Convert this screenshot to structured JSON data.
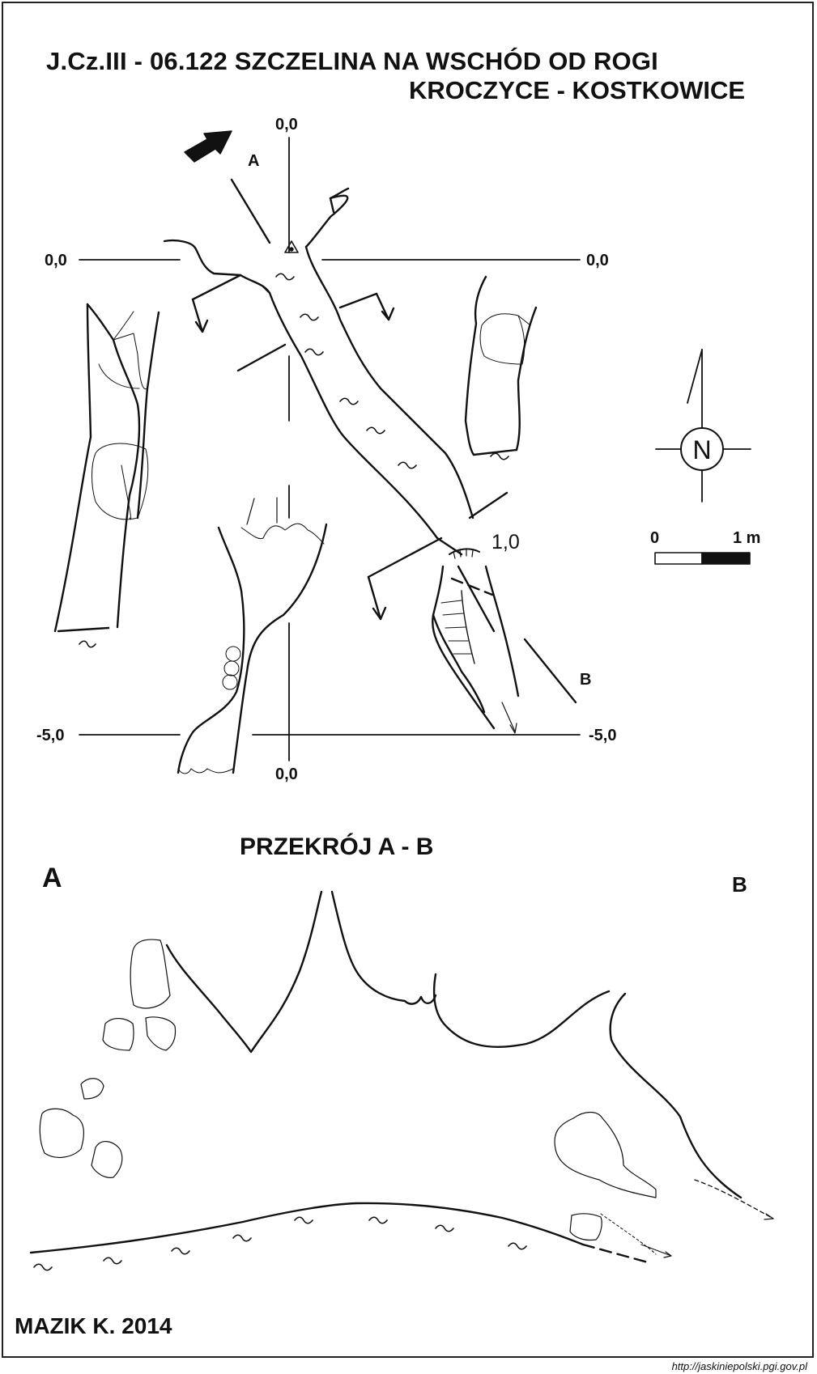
{
  "header": {
    "line1": "J.Cz.III - 06.122  SZCZELINA NA WSCHÓD OD ROGI",
    "line2": "KROCZYCE - KOSTKOWICE"
  },
  "plan": {
    "grid_labels": {
      "top": "0,0",
      "left": "0,0",
      "right": "0,0",
      "bottom_left": "-5,0",
      "bottom_right": "-5,0",
      "bottom": "0,0"
    },
    "section_start": "A",
    "section_end": "B",
    "height_value": "1,0"
  },
  "north_arrow": {
    "letter": "N"
  },
  "scale_bar": {
    "zero": "0",
    "end": "1 m"
  },
  "section": {
    "title": "PRZEKRÓJ  A - B",
    "left_label": "A",
    "right_label": "B"
  },
  "footer": {
    "author": "MAZIK K. 2014",
    "url": "http://jaskiniepolski.pgi.gov.pl"
  }
}
